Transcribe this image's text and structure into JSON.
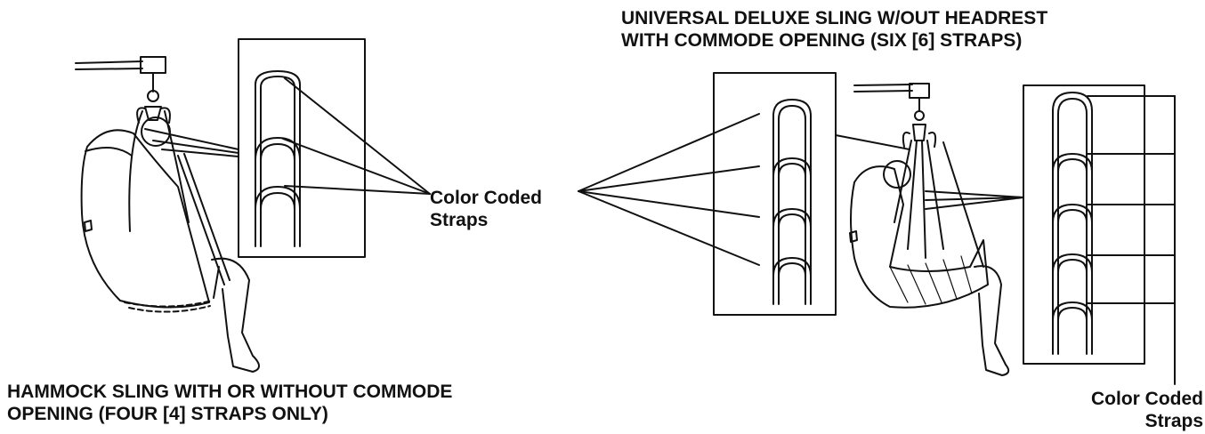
{
  "figure": {
    "right_title": "UNIVERSAL DELUXE SLING W/OUT HEADREST\nWITH COMMODE OPENING (SIX [6] STRAPS)",
    "left_title": "HAMMOCK SLING WITH OR WITHOUT COMMODE\nOPENING (FOUR [4] STRAPS ONLY)",
    "center_callout": "Color Coded\nStraps",
    "right_callout": "Color Coded\nStraps"
  },
  "colors": {
    "ink": "#111111",
    "background": "#ffffff"
  }
}
